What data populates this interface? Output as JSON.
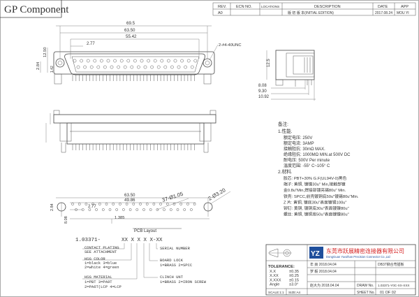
{
  "header": {
    "title": "GP  Component",
    "rev_col": "REV.",
    "ecn_col": "ECN NO.",
    "location_col": "LOCATIONS",
    "description_col": "DESCRIPTION",
    "date_col": "DATE",
    "app_col": "APP",
    "rev_value": "A0",
    "description_value": "版 初 版 本(INITIAL EDITION)",
    "date_value": "2017.08.24",
    "app_value": "MOU YI"
  },
  "top_view": {
    "dim_total": "69.5",
    "dim_mount": "63.50",
    "dim_pins": "55.42",
    "dim_pitch": "2.77",
    "dim_height": "12.50",
    "dim_row": "2.84",
    "dim_row2": "1.42",
    "thread_callout": "2-#4-40UNC"
  },
  "side_view": {
    "dim_h": "12.5",
    "dim_a": "8.08",
    "dim_b": "9.30",
    "dim_c": "10.92"
  },
  "pcb_view": {
    "dim_total": "63.50",
    "dim_span": "49.86",
    "dim_pitch": "2.77",
    "dim_row": "2.84",
    "dim_left": "8.08",
    "dim_hole": "1.385",
    "holes_label": "37-Ø1.05",
    "mount_label": "2-Ø3.20",
    "layout_label": "PCB Layout"
  },
  "notes": {
    "heading": "备注:",
    "section1": "1.性能.",
    "lines1": [
      "额定电压: 250V",
      "额定电流: 3AMP",
      "接触阻抗: 30mΩ MAX.",
      "绝缘阻抗: 1000MΩ MIN.at 500V DC",
      "耐电压: 500V Per minute",
      "温度范围: -55° C~105° C"
    ],
    "section2": "2.材料.",
    "lines2": [
      "胶芯: PBT+30% G.F(UL94V-0)黑色",
      "端子: 黄铜, 镀镍30u\" Min,接触部镀",
      "       金0.8u\"Min,焊接部镀亮锡80u\" Min.",
      "铁壳: SPCC,前壳镀铜底50u\"镀锡80u\"Min.",
      "Z 片: 黄铜, 镀底30u\"表面镀锡100u\"",
      "铆钉: 黄铜, 镀铜底30u\"表面镀镍80u\"",
      "螺丝: 黄铜, 镀铜底50u\"表面镀镍80u\""
    ]
  },
  "part_code": {
    "prefix": "1.03371-",
    "fields": "XX X X X X-XX",
    "contact_plating": [
      "CONTACT PLATING",
      "SEE ATTACHMENT"
    ],
    "hsg_color": [
      "HSG COLOR",
      "1=black  3=blue",
      "2=white  4=green"
    ],
    "hsg_material": [
      "HSG MATERIAL",
      "1=PBT     3=PA9T",
      "2=PA6T(LCP  4=LCP"
    ],
    "serial": "SERIAL NUMBER",
    "board_lock": [
      "BOARD LOCK",
      "1=BRASS  2=SPCC"
    ],
    "clinch_nut": [
      "CLINCH UNT",
      "1=BRASS  2=IRON SCREW"
    ]
  },
  "title_block": {
    "company_cn": "东莞市跃展精密连接器有限公司",
    "company_en": "DongGuan YueZhan Precision Connector Co.,Ltd",
    "logo_text": "YZ",
    "tolerance_title": "TOLERANCE:",
    "tolerances": [
      {
        "fmt": "X.X",
        "val": "±0.35"
      },
      {
        "fmt": "X.XX",
        "val": "±0.25"
      },
      {
        "fmt": "X.XXX",
        "val": "±0.15"
      },
      {
        "fmt": "Angle",
        "val": "±3.0°"
      }
    ],
    "designer": "牟 燚  2018.04.04",
    "checker": "罗 毅  2018.04.04",
    "approver": "赵大为  2018.04.04",
    "part_name": "DB37铆合弯插板",
    "part_no": "1.03371-Y0C-XX-XXX",
    "scale_label": "SCALE:1:1",
    "size_label": "SIZE:A4",
    "drawn_label": "DRAW No.",
    "sheet_label": "SHEET No.",
    "sheet_value": "01  OF  02"
  }
}
